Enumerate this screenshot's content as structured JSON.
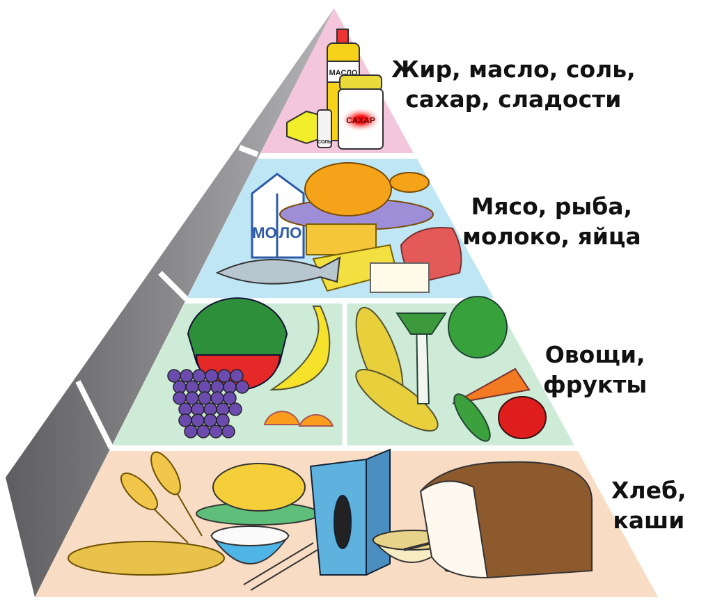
{
  "tiers": [
    {
      "label_line1": "Жир, масло, соль,",
      "label_line2": "сахар, сладости",
      "color": "#f4c6dc",
      "items": {
        "oil": "МАСЛО",
        "sugar": "САХАР",
        "salt": "СОЛЬ"
      }
    },
    {
      "label_line1": "Мясо, рыба,",
      "label_line2": "молоко, яйца",
      "color": "#bfe6f4",
      "items": {
        "milk_left": "МО",
        "milk_right": "ЛО"
      }
    },
    {
      "label_line1": "Овощи,",
      "label_line2": "фрукты",
      "color": "#cdebd6"
    },
    {
      "label_line1": "Хлеб,",
      "label_line2": "каши",
      "color": "#f9dcc4"
    }
  ],
  "side_color": "#8a8a8c"
}
